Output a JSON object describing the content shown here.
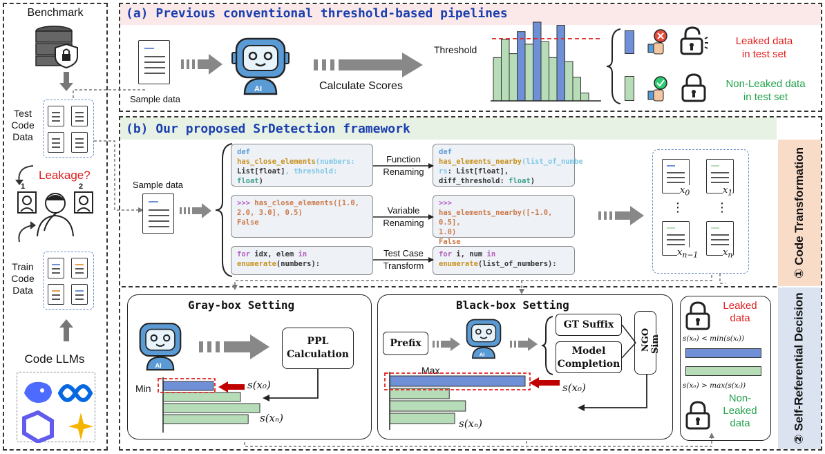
{
  "left_panel": {
    "benchmark": "Benchmark",
    "test_code_data": [
      "Test",
      "Code",
      "Data"
    ],
    "leakage": "Leakage?",
    "num_1": "1",
    "num_2": "2",
    "train_code_data": [
      "Train",
      "Code",
      "Data"
    ],
    "code_llms": "Code LLMs"
  },
  "panel_a": {
    "title": "(a) Previous conventional threshold-based pipelines",
    "sample_data": "Sample data",
    "calculate_scores": "Calculate Scores",
    "threshold": "Threshold",
    "leaked": [
      "Leaked data",
      "in test set"
    ],
    "non_leaked": [
      "Non-Leaked data",
      "in test set"
    ],
    "histogram_heights": [
      0.55,
      0.78,
      0.6,
      0.88,
      0.72,
      1.0,
      0.75,
      0.55,
      0.96,
      0.5,
      0.3,
      0.1
    ]
  },
  "panel_b": {
    "title": "(b) Our proposed SrDetection framework",
    "sample_data": "Sample data",
    "code1": {
      "def": "def",
      "fn": "has_close_elements",
      "p1": "(numbers:",
      "t1": "List[float]",
      "p2": ", threshold: ",
      "t2": "float",
      "end": ")"
    },
    "code2": {
      "def": "def",
      "fn": "has_elements_nearby",
      "p1": "(list_of_numbe",
      "p1b": "rs",
      "t1": ": List[float]",
      "p2": ", diff_threshold: ",
      "t2": "float",
      "end": ")"
    },
    "code3": {
      "prompt": ">>>",
      "body1": " has_close_elements([1.0,",
      "body2": "2.0, 3.0], 0.5)",
      "res": "False"
    },
    "code4": {
      "prompt": ">>>",
      "body1": " has_elements_nearby([-1.0, 0.5],",
      "body2": "1.0)",
      "res": "False"
    },
    "code5": {
      "k1": "for",
      "v1": " idx, elem ",
      "k2": "in",
      "k3": "enumerate",
      "v3": "(numbers):"
    },
    "code6": {
      "k1": "for",
      "v1": " i, num ",
      "k2": "in",
      "k3": "enumerate",
      "v3": "(list_of_numbers):"
    },
    "arrow1": [
      "Function",
      "Renaming"
    ],
    "arrow2": [
      "Variable",
      "Renaming"
    ],
    "arrow3": [
      "Test Case",
      "Transform"
    ],
    "x_labels": [
      "x0",
      "x1",
      "x_{n-1}",
      "x_n"
    ],
    "dots": "⋮",
    "side1": "① Code Transformation",
    "side2": "② Self-Referential Decision"
  },
  "gray_box": {
    "title": "Gray-box Setting",
    "ppl": [
      "PPL",
      "Calculation"
    ],
    "min": "Min",
    "s_x0": "s(x₀)",
    "s_xn": "s(xₙ)"
  },
  "black_box": {
    "title": "Black-box Setting",
    "prefix": "Prefix",
    "gt_suffix": "GT Suffix",
    "model_completion": [
      "Model",
      "Completion"
    ],
    "ngo": "NGO",
    "sim": "Sim",
    "max": "Max",
    "s_x0": "s(x₀)",
    "s_xn": "s(xₙ)"
  },
  "decision": {
    "leaked": [
      "Leaked",
      "data"
    ],
    "cond1": "s(x₀) < min(s(xᵢ))",
    "cond2": "s(x₀) > max(s(xᵢ))",
    "non_leaked": [
      "Non-",
      "Leaked",
      "data"
    ]
  },
  "colors": {
    "title": "#1a3fb0",
    "blue_bar": "#6f8fd6",
    "green_bar": "#b7dcb8",
    "red": "#e02020",
    "green_text": "#22a34a",
    "band_a": "#fbe8e8",
    "band_b": "#e8f2e4",
    "side1": "#f9dcc8",
    "side2": "#dbe3f0"
  }
}
